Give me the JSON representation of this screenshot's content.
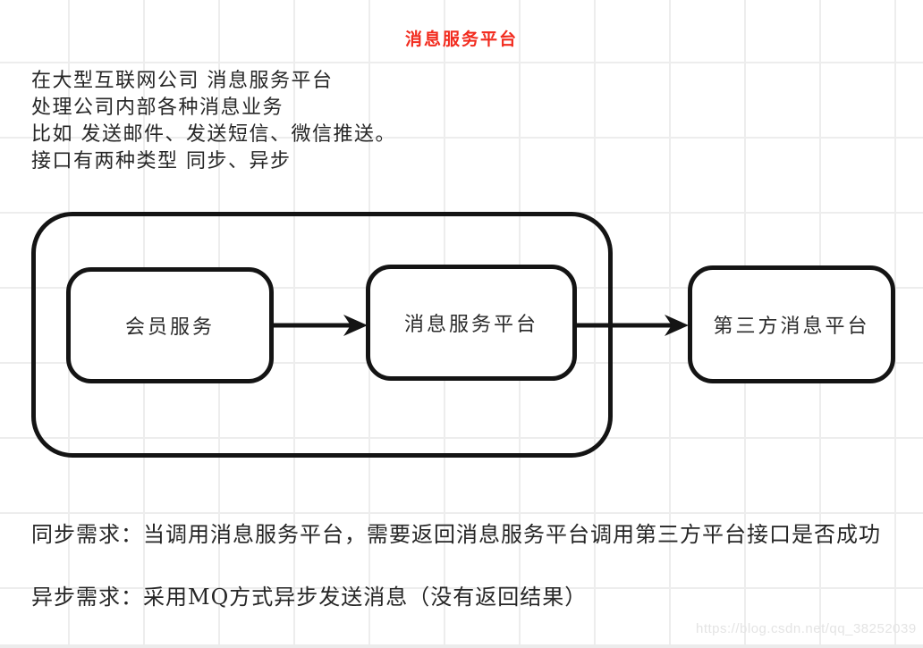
{
  "page": {
    "title": "消息服务平台",
    "title_color": "#f22b1e"
  },
  "intro": {
    "lines": [
      "在大型互联网公司 消息服务平台",
      "处理公司内部各种消息业务",
      "比如 发送邮件、发送短信、微信推送。",
      "接口有两种类型 同步、异步"
    ]
  },
  "diagram": {
    "nodes": [
      {
        "id": "member-service",
        "label": "会员服务"
      },
      {
        "id": "message-platform",
        "label": "消息服务平台"
      },
      {
        "id": "third-party-platform",
        "label": "第三方消息平台"
      }
    ],
    "edges": [
      {
        "from": "member-service",
        "to": "message-platform",
        "style": "arrow-right"
      },
      {
        "from": "message-platform",
        "to": "third-party-platform",
        "style": "arrow-right"
      }
    ],
    "stroke_color": "#141414"
  },
  "notes": {
    "sync": "同步需求：当调用消息服务平台，需要返回消息服务平台调用第三方平台接口是否成功",
    "async": "异步需求：采用MQ方式异步发送消息（没有返回结果）"
  },
  "watermark": {
    "text": "https://blog.csdn.net/qq_38252039",
    "color": "#e4e4e4"
  }
}
